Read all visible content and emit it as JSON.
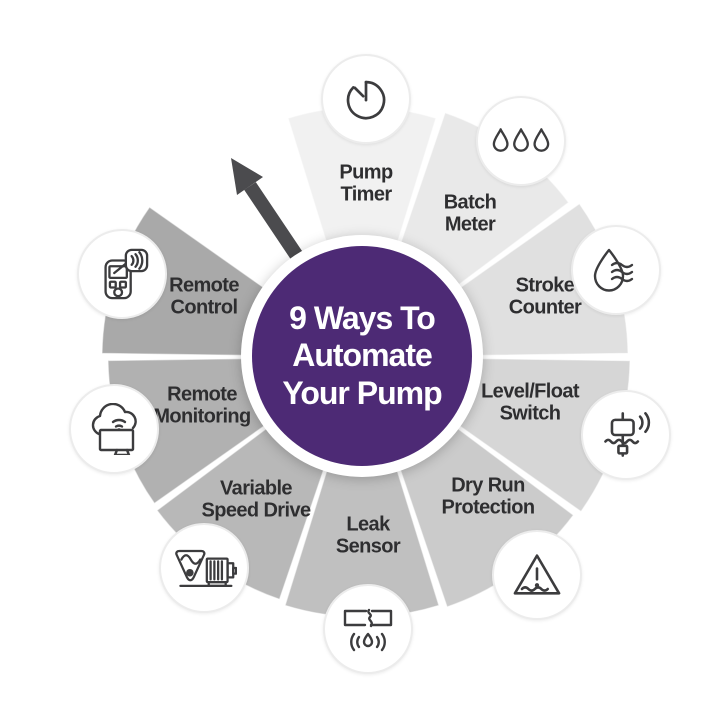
{
  "center": {
    "title_lines": [
      "9 Ways To",
      "Automate",
      "Your Pump"
    ],
    "bg_color": "#4d2a75",
    "ring_color": "#ffffff",
    "text_color": "#ffffff"
  },
  "arrow": {
    "color": "#4b4b4e",
    "direction": "up-left"
  },
  "wheel": {
    "items": [
      {
        "label": "Pump\nTimer",
        "icon": "pump-timer-icon",
        "color": "#f1f1f1"
      },
      {
        "label": "Batch\nMeter",
        "icon": "batch-meter-icon",
        "color": "#e9e9e9"
      },
      {
        "label": "Stroke\nCounter",
        "icon": "stroke-counter-icon",
        "color": "#e0e0e0"
      },
      {
        "label": "Level/Float\nSwitch",
        "icon": "level-float-switch-icon",
        "color": "#d6d6d6"
      },
      {
        "label": "Dry Run\nProtection",
        "icon": "dry-run-protection-icon",
        "color": "#cbcbcb"
      },
      {
        "label": "Leak\nSensor",
        "icon": "leak-sensor-icon",
        "color": "#c0c0c0"
      },
      {
        "label": "Variable\nSpeed Drive",
        "icon": "variable-speed-drive-icon",
        "color": "#b8b8b8"
      },
      {
        "label": "Remote\nMonitoring",
        "icon": "remote-monitoring-icon",
        "color": "#b1b1b1"
      },
      {
        "label": "Remote\nControl",
        "icon": "remote-control-icon",
        "color": "#a9a9a9"
      }
    ]
  }
}
